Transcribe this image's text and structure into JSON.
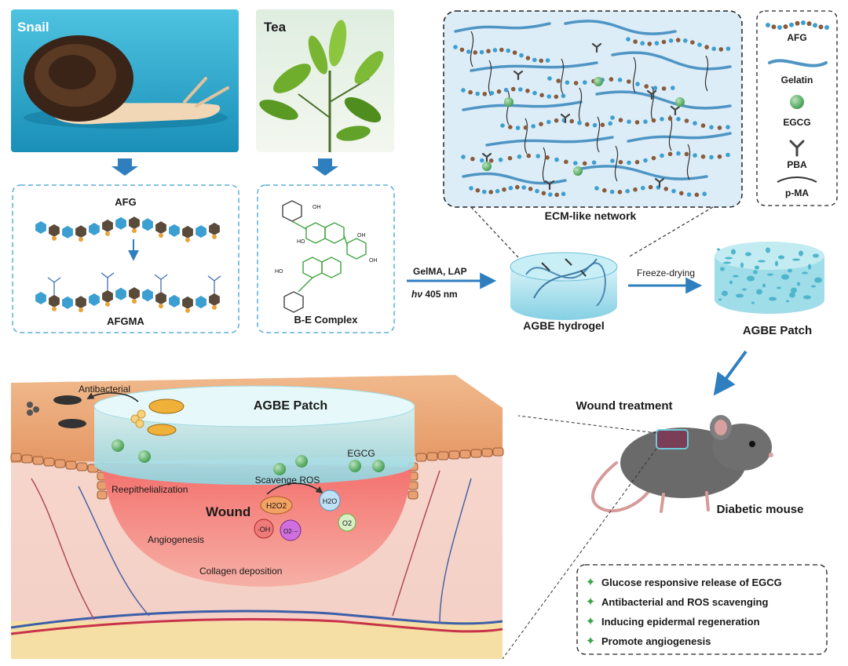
{
  "sources": {
    "snail": "Snail",
    "tea": "Tea"
  },
  "afg_panel": {
    "top_label": "AFG",
    "bottom_label": "AFGMA"
  },
  "be_panel": {
    "label": "B-E Complex"
  },
  "network": {
    "title": "ECM-like network"
  },
  "legend": {
    "items": [
      "AFG",
      "Gelatin",
      "EGCG",
      "PBA",
      "p-MA"
    ]
  },
  "process": {
    "reagents": "GelMA, LAP",
    "light_prefix": "hν",
    "light_value": " 405 nm",
    "hydrogel_label": "AGBE hydrogel",
    "freeze_label": "Freeze-drying",
    "patch_label": "AGBE Patch",
    "treatment_label": "Wound treatment",
    "mouse_label": "Diabetic mouse"
  },
  "wound_scene": {
    "patch_label": "AGBE Patch",
    "antibacterial": "Antibacterial",
    "egcg": "EGCG",
    "scavenge": "Scavenge ROS",
    "reepi": "Reepithelialization",
    "wound": "Wound",
    "angio": "Angiogenesis",
    "collagen": "Collagen deposition",
    "species": {
      "h2o2": "H2O2",
      "h2o": "H2O",
      "oh": "·OH",
      "o2minus": "O2·−",
      "o2": "O2"
    }
  },
  "benefits": [
    "Glucose responsive release of EGCG",
    "Antibacterial and ROS scavenging",
    "Inducing epidermal regeneration",
    "Promote angiogenesis"
  ],
  "colors": {
    "arrow_blue": "#2f7fbf",
    "dash_blue": "#5aaed6",
    "afg_hex_blue": "#3c9fd2",
    "afg_hex_brown": "#5a4a3a",
    "gelatin_blue": "#4f95c4",
    "egcg_green": "#5fae6a",
    "be_green": "#3fa33f",
    "skin_orange": "#e49a6a",
    "wound_red": "#f07a7a",
    "benefit_star": "#3aa54a"
  }
}
